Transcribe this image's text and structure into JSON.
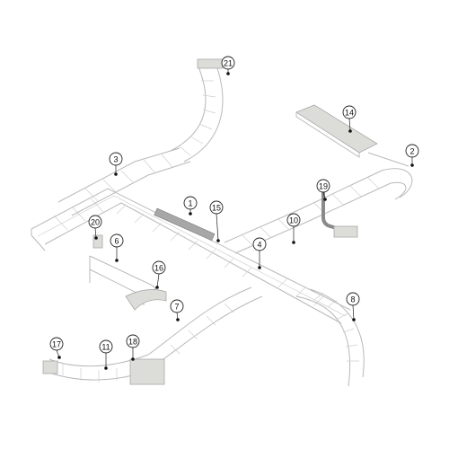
{
  "callouts": [
    {
      "id": "c1",
      "label": "1"
    },
    {
      "id": "c2",
      "label": "2"
    },
    {
      "id": "c3",
      "label": "3"
    },
    {
      "id": "c4",
      "label": "4"
    },
    {
      "id": "c6",
      "label": "6"
    },
    {
      "id": "c7",
      "label": "7"
    },
    {
      "id": "c8",
      "label": "8"
    },
    {
      "id": "c10",
      "label": "10"
    },
    {
      "id": "c11",
      "label": "11"
    },
    {
      "id": "c14",
      "label": "14"
    },
    {
      "id": "c15",
      "label": "15"
    },
    {
      "id": "c16",
      "label": "16"
    },
    {
      "id": "c17",
      "label": "17"
    },
    {
      "id": "c18",
      "label": "18"
    },
    {
      "id": "c19",
      "label": "19"
    },
    {
      "id": "c20",
      "label": "20"
    },
    {
      "id": "c21",
      "label": "21"
    }
  ],
  "colors": {
    "tray_stroke": "#b9b9b9",
    "panel_fill": "#dcdcd8",
    "callout_stroke": "#222222"
  }
}
